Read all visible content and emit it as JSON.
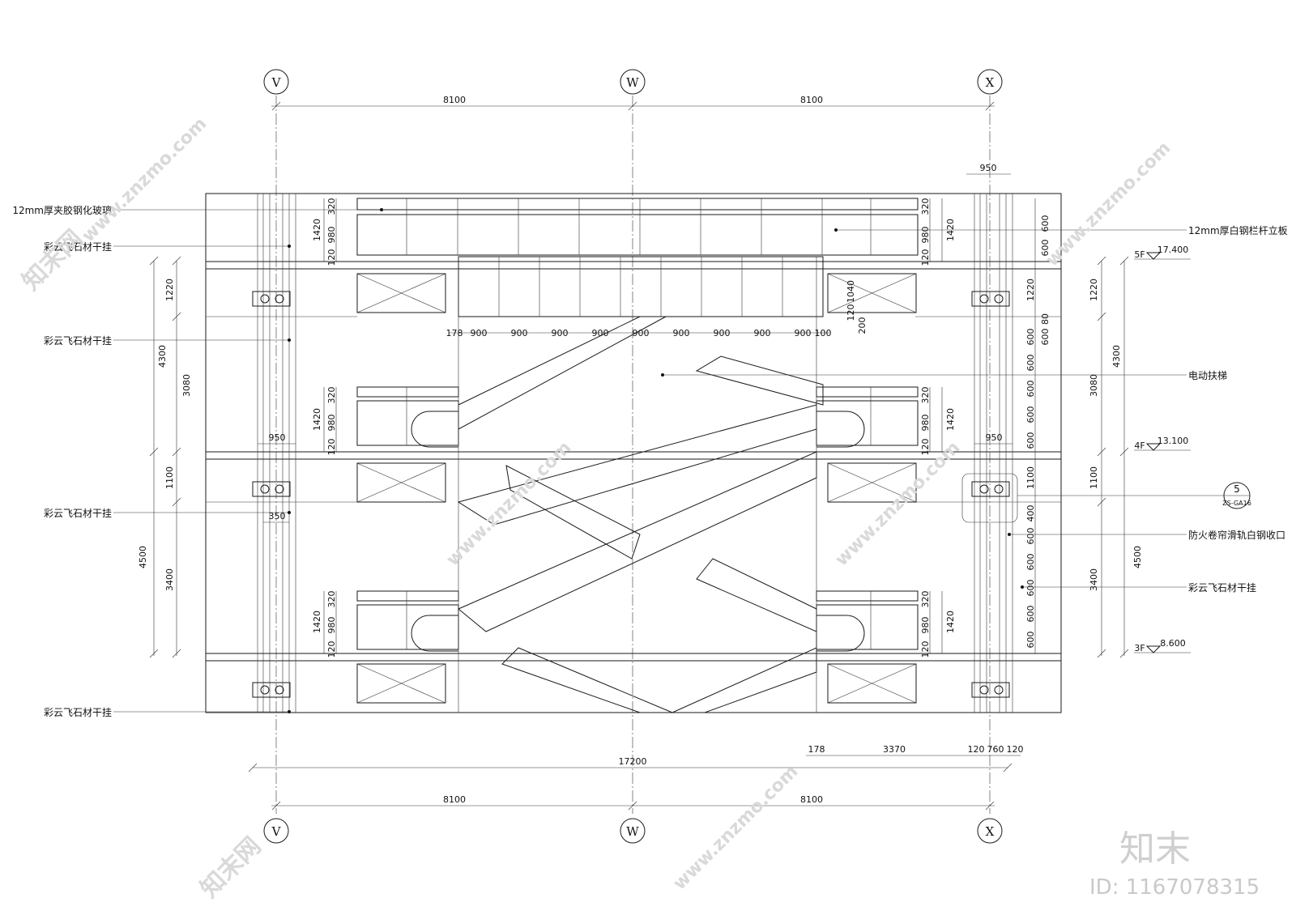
{
  "grid_labels": {
    "v": "V",
    "w": "W",
    "x": "X"
  },
  "dims": {
    "span": "8100",
    "total": "17200",
    "top_950": "950",
    "mid_950_left": "950",
    "mid_950_right": "950",
    "d350": "350",
    "left_outer_upper": "4300",
    "left_outer_lower": "4500",
    "left_inner_1220": "1220",
    "left_inner_3080": "3080",
    "left_inner_1100": "1100",
    "left_inner_3400": "3400",
    "right_inner_1220": "1220",
    "right_inner_3080": "3080",
    "right_inner_1100": "1100",
    "right_inner_3400": "3400",
    "right_outer_upper": "4300",
    "right_outer_lower": "4500",
    "rail_1420": "1420",
    "rail_320": "320",
    "rail_980": "980",
    "rail_120": "120",
    "d1040": "1040",
    "d120": "120",
    "d200": "200",
    "d80": "80",
    "d400": "400",
    "d600": "600",
    "d178": "178",
    "d900": "900",
    "d100": "100",
    "d3370": "3370",
    "d760": "760"
  },
  "levels": [
    {
      "floor": "5F",
      "elev": "17.400"
    },
    {
      "floor": "4F",
      "elev": "13.100"
    },
    {
      "floor": "3F",
      "elev": "8.600"
    }
  ],
  "labels_left": {
    "glass": "12mm厚夹胶钢化玻璃",
    "stone1": "彩云飞石材干挂",
    "stone2": "彩云飞石材干挂",
    "stone3": "彩云飞石材干挂",
    "stone4": "彩云飞石材干挂"
  },
  "labels_right": {
    "steel": "12mm厚白钢栏杆立板",
    "escalator": "电动扶梯",
    "fire_shutter": "防火卷帘滑轨白钢收口",
    "stone": "彩云飞石材干挂"
  },
  "detail_ref": {
    "num": "5",
    "sheet": "ZS-GA16"
  },
  "watermark": {
    "brand": "知末",
    "id": "ID: 1167078315",
    "site": "www.znzmo.com",
    "net": "知末网"
  }
}
